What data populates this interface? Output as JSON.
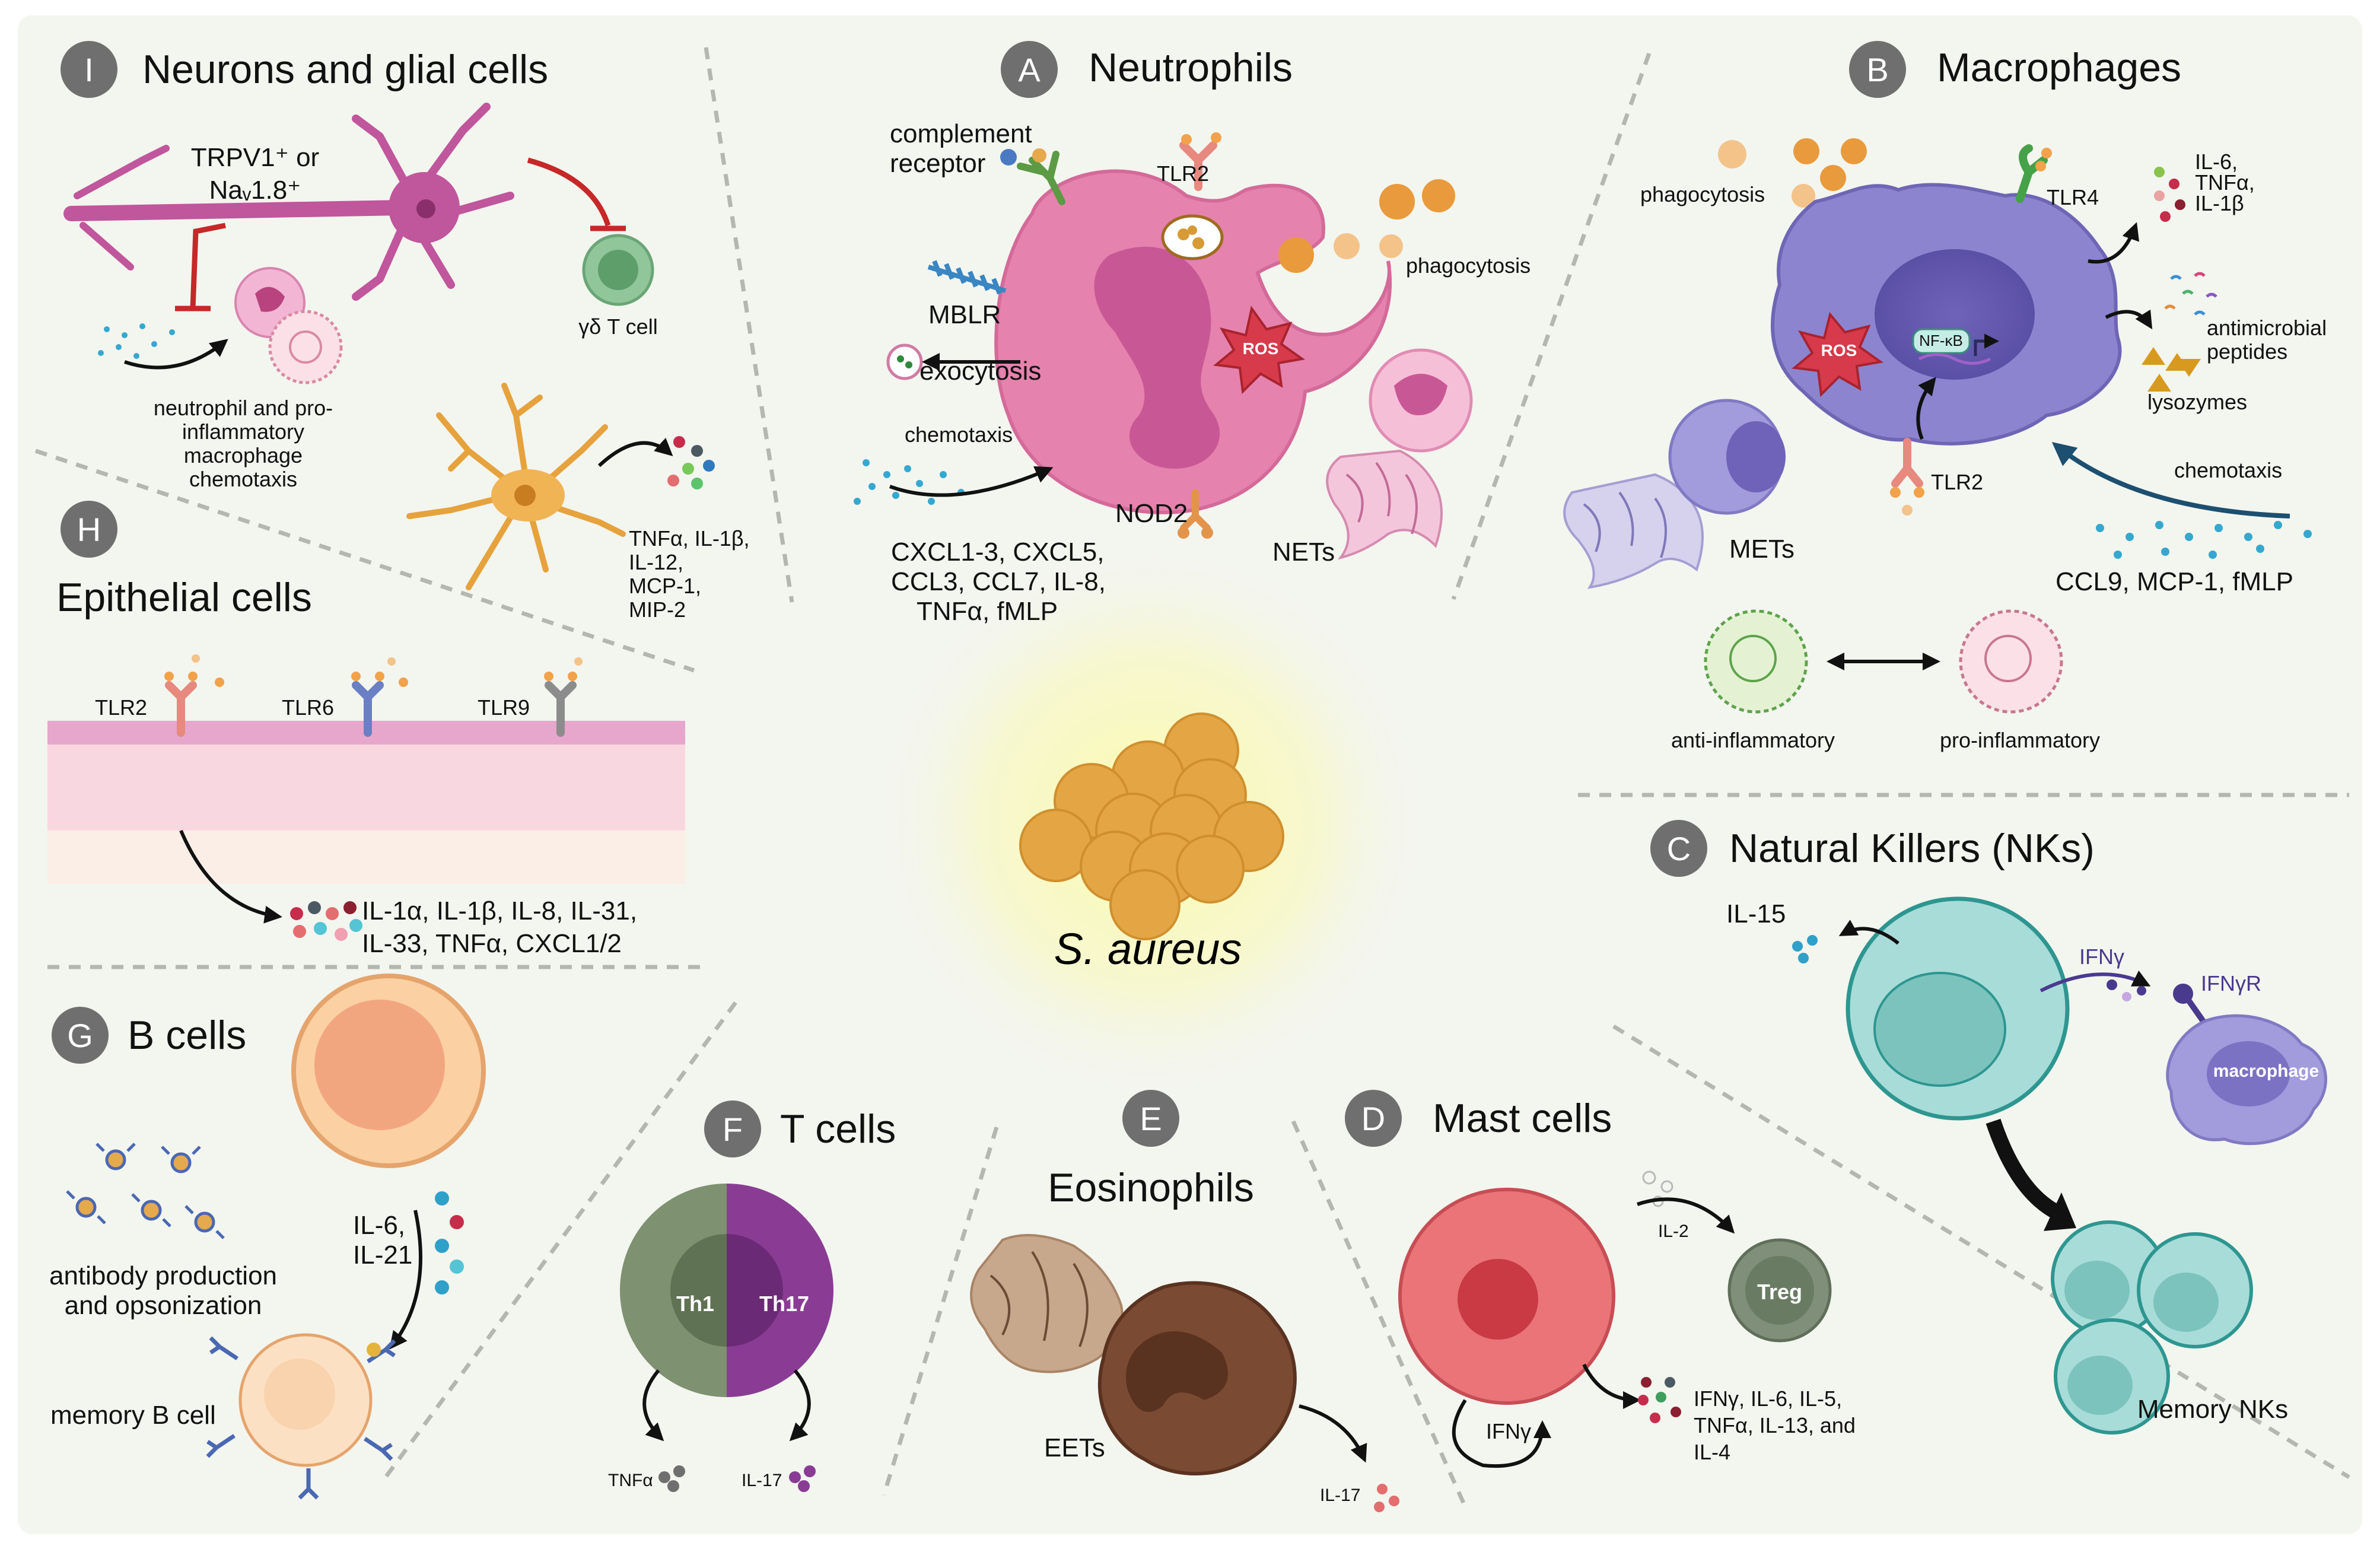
{
  "center": {
    "label": "S. aureus"
  },
  "panels": {
    "I": {
      "letter": "I",
      "title": "Neurons and glial cells",
      "neuron_line1": "TRPV1⁺ or",
      "neuron_line2": "Naᵥ1.8⁺",
      "gd_t_cell": "γδ T cell",
      "chemotaxis_line1": "neutrophil and pro-",
      "chemotaxis_line2": "inflammatory",
      "chemotaxis_line3": "macrophage",
      "chemotaxis_line4": "chemotaxis",
      "cytokines_line1": "TNFα, IL-1β,",
      "cytokines_line2": "IL-12,",
      "cytokines_line3": "MCP-1,",
      "cytokines_line4": "MIP-2"
    },
    "A": {
      "letter": "A",
      "title": "Neutrophils",
      "complement_line1": "complement",
      "complement_line2": "receptor",
      "tlr2": "TLR2",
      "mblr": "MBLR",
      "exocytosis": "exocytosis",
      "ros": "ROS",
      "phagocytosis": "phagocytosis",
      "chemotaxis": "chemotaxis",
      "nod2": "NOD2",
      "nets": "NETs",
      "chemokines_line1": "CXCL1-3, CXCL5,",
      "chemokines_line2": "CCL3, CCL7, IL-8,",
      "chemokines_line3": "TNFα, fMLP"
    },
    "B": {
      "letter": "B",
      "title": "Macrophages",
      "phagocytosis": "phagocytosis",
      "tlr4": "TLR4",
      "cytokines_line1": "IL-6,",
      "cytokines_line2": "TNFα,",
      "cytokines_line3": "IL-1β",
      "ros": "ROS",
      "nfkb": "NF-κB",
      "amp_line1": "antimicrobial",
      "amp_line2": "peptides",
      "lysozymes": "lysozymes",
      "tlr2": "TLR2",
      "chemotaxis": "chemotaxis",
      "mets": "METs",
      "chemokines": "CCL9, MCP-1, fMLP",
      "anti_inflammatory": "anti-inflammatory",
      "pro_inflammatory": "pro-inflammatory"
    },
    "H": {
      "letter": "H",
      "title": "Epithelial cells",
      "tlr2": "TLR2",
      "tlr6": "TLR6",
      "tlr9": "TLR9",
      "cytokines_line1": "IL-1α, IL-1β, IL-8, IL-31,",
      "cytokines_line2": "IL-33, TNFα, CXCL1/2"
    },
    "C": {
      "letter": "C",
      "title": "Natural Killers (NKs)",
      "il15": "IL-15",
      "ifng": "IFNγ",
      "ifngr": "IFNγR",
      "macrophage": "macrophage",
      "memory": "Memory NKs"
    },
    "G": {
      "letter": "G",
      "title": "B cells",
      "antibody_line1": "antibody production",
      "antibody_line2": "and opsonization",
      "cytokines_line1": "IL-6,",
      "cytokines_line2": "IL-21",
      "memory": "memory B cell"
    },
    "F": {
      "letter": "F",
      "title": "T cells",
      "th1": "Th1",
      "th17": "Th17",
      "tnfa": "TNFα",
      "il17": "IL-17"
    },
    "E": {
      "letter": "E",
      "title": "Eosinophils",
      "eets": "EETs",
      "il17": "IL-17"
    },
    "D": {
      "letter": "D",
      "title": "Mast cells",
      "il2": "IL-2",
      "treg": "Treg",
      "ifng": "IFNγ",
      "cytokines_line1": "IFNγ, IL-6, IL-5,",
      "cytokines_line2": "TNFα, IL-13, and",
      "cytokines_line3": "IL-4"
    }
  },
  "colors": {
    "background": "#f3f5ef",
    "neuron": "#c0569c",
    "neutrophil": "#e582ad",
    "macrophage": "#8c84cf",
    "nk": "#86cdc9",
    "mast": "#ea7478",
    "bacteria": "#e4a545",
    "eosinophil": "#7b4a32",
    "th1": "#7e9170",
    "th17": "#8a3c95"
  }
}
